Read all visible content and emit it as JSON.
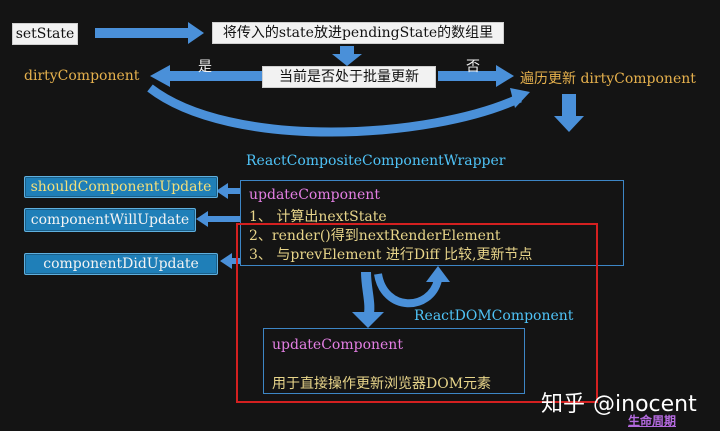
{
  "set_state_box": "setState",
  "pending_box": "将传入的state放进pendingState的数组里",
  "batch_question_box": "当前是否处于批量更新",
  "yes_label": "是",
  "no_label": "否",
  "dirty_component_label": "dirtyComponent",
  "traverse_label": "遍历更新 dirtyComponent",
  "wrapper_title": "ReactCompositeComponentWrapper",
  "lifecycle_pills": {
    "should_update": "shouldComponentUpdate",
    "will_update": "componentWillUpdate",
    "did_update": "componentDidUpdate"
  },
  "update_panel": {
    "title": "updateComponent",
    "step1": "1、 计算出nextState",
    "step2": "2、render()得到nextRenderElement",
    "step3": "3、 与prevElement 进行Diff 比较,更新节点"
  },
  "dom_component_label": "ReactDOMComponent",
  "dom_panel": {
    "title": "updateComponent",
    "description": "用于直接操作更新浏览器DOM元素"
  },
  "watermark": {
    "logo": "知乎",
    "handle": "@inocent"
  },
  "footer_link": "生命周期",
  "colors": {
    "background": "#141414",
    "arrow_blue": "#4a90d9",
    "orange_text": "#e6b14d",
    "cyan_text": "#4fc3f7",
    "magenta_text": "#e47fe4",
    "highlight_red": "#d42020"
  }
}
